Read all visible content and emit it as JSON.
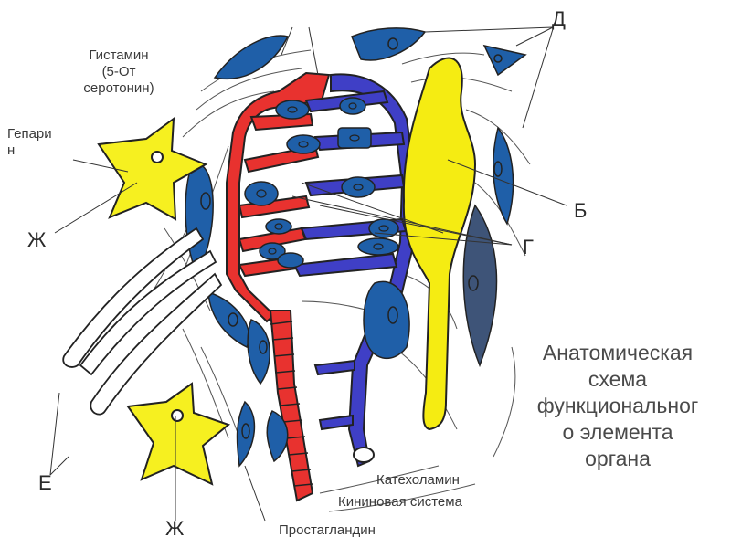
{
  "labels": {
    "histamine": "Гистамин\n(5-От\nсеротонин)",
    "heparin": "Гепари\nн",
    "catecholamine": "Катехоламин",
    "kinin_system": "Кининовая система",
    "prostaglandin": "Простагландин"
  },
  "letters": {
    "d": "Д",
    "b": "Б",
    "g": "Г",
    "zh_top": "Ж",
    "zh_bottom": "Ж",
    "e": "Е"
  },
  "title": "Анатомическая\nсхема\nфункциональног\nо элемента\nоргана",
  "colors": {
    "arterial": "#e8322f",
    "venous": "#3f3fc6",
    "lymph": "#f5ec12",
    "cell_blue": "#1f5fa8",
    "cell_dark": "#3e5478",
    "mast_yellow": "#f6f020",
    "fiber": "#444444"
  }
}
